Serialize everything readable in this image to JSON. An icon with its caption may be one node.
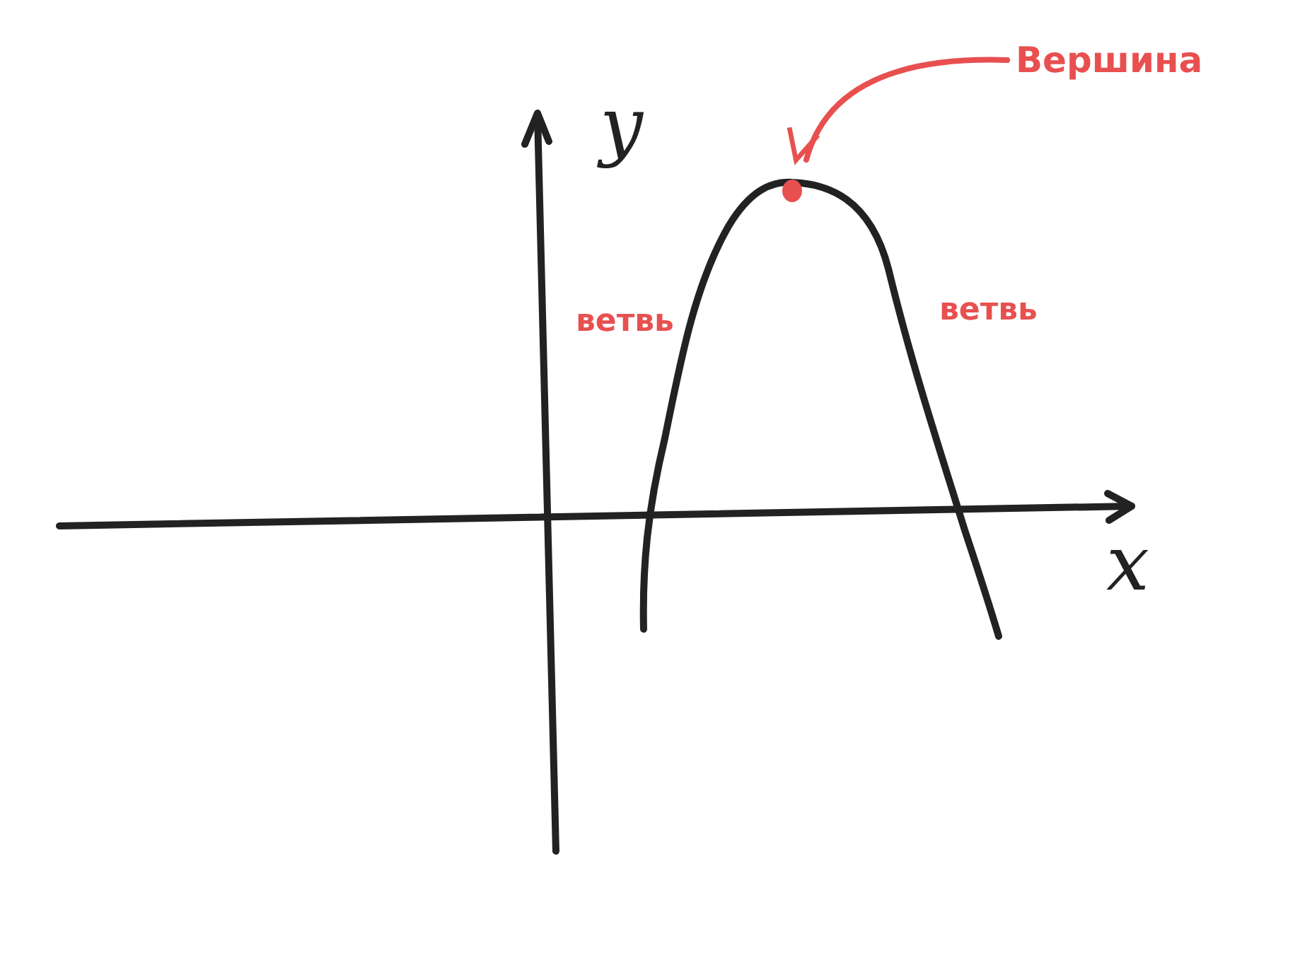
{
  "diagram": {
    "nodes": [
      {
        "text": [
          "Вершина"
        ]
      },
      {
        "text": [],
        "shape": "circle"
      }
    ],
    "edges": [
      {
        "from": 0,
        "to": 1,
        "arrow": "to"
      }
    ],
    "labels": [
      "y",
      "ветвь",
      "ветвь",
      "x"
    ]
  }
}
